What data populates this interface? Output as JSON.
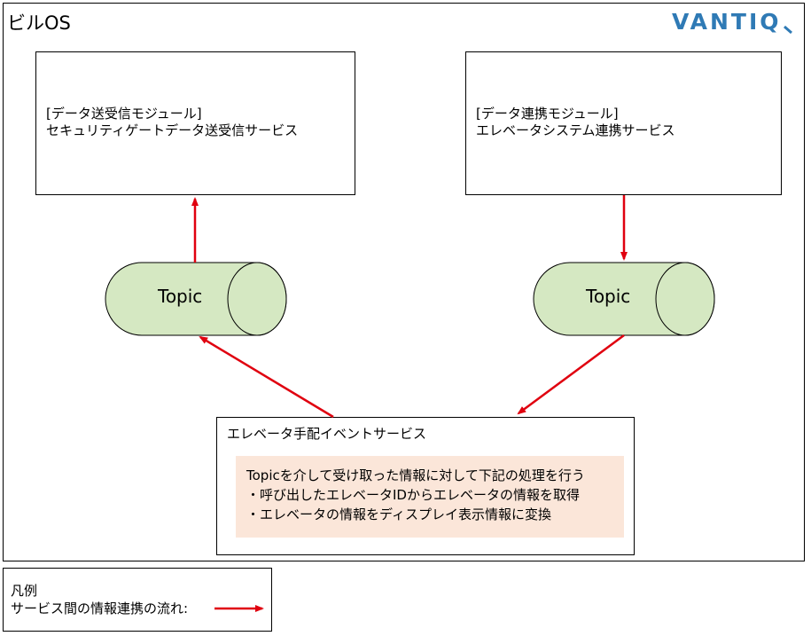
{
  "system_title": "ビルOS",
  "brand": {
    "text_before_q": "VANTI",
    "text_q": "Q"
  },
  "modules": {
    "left": {
      "line1": "[データ送受信モジュール]",
      "line2": "セキュリティゲートデータ送受信サービス"
    },
    "right": {
      "line1": "[データ連携モジュール]",
      "line2": "エレベータシステム連携サービス"
    }
  },
  "topics": {
    "left_label": "Topic",
    "right_label": "Topic"
  },
  "service": {
    "title": "エレベータ手配イベントサービス",
    "note_lines": [
      "Topicを介して受け取った情報に対して下記の処理を行う",
      "・呼び出したエレベータIDからエレベータの情報を取得",
      "・エレベータの情報をディスプレイ表示情報に変換"
    ]
  },
  "legend": {
    "title": "凡例",
    "flow_label": "サービス間の情報連携の流れ:"
  },
  "colors": {
    "arrow": "#e0000f",
    "topic_fill": "#d5e8c2",
    "note_fill": "#fbe6d9",
    "brand": "#2f7ab5"
  }
}
